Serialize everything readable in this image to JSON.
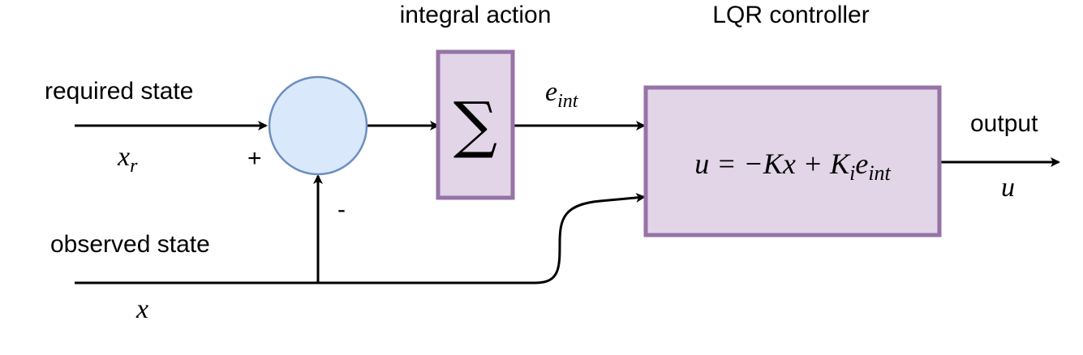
{
  "labels": {
    "integral_title": "integral action",
    "lqr_title": "LQR controller",
    "required_state": "required state",
    "observed_state": "observed state",
    "output": "output",
    "plus_sign": "+",
    "minus_sign": "-"
  },
  "math": {
    "xr_var": "x",
    "xr_sub": "r",
    "x_var": "x",
    "u_var": "u",
    "e_var": "e",
    "e_sub": "int",
    "sigma": "∑",
    "formula": {
      "part1": "u = −Kx + K",
      "sub_i": "i",
      "part2": "e",
      "sub_int": "int"
    }
  },
  "colors": {
    "summing_fill": "#dae8fc",
    "summing_stroke": "#6c8ebf",
    "block_fill": "#e1d5e7",
    "block_stroke": "#9673a6",
    "line": "#000000"
  },
  "icons": {
    "summing_junction": "circle",
    "integral_block": "sigma-box",
    "controller_block": "rectangle",
    "arrowheads": "filled-triangle"
  }
}
